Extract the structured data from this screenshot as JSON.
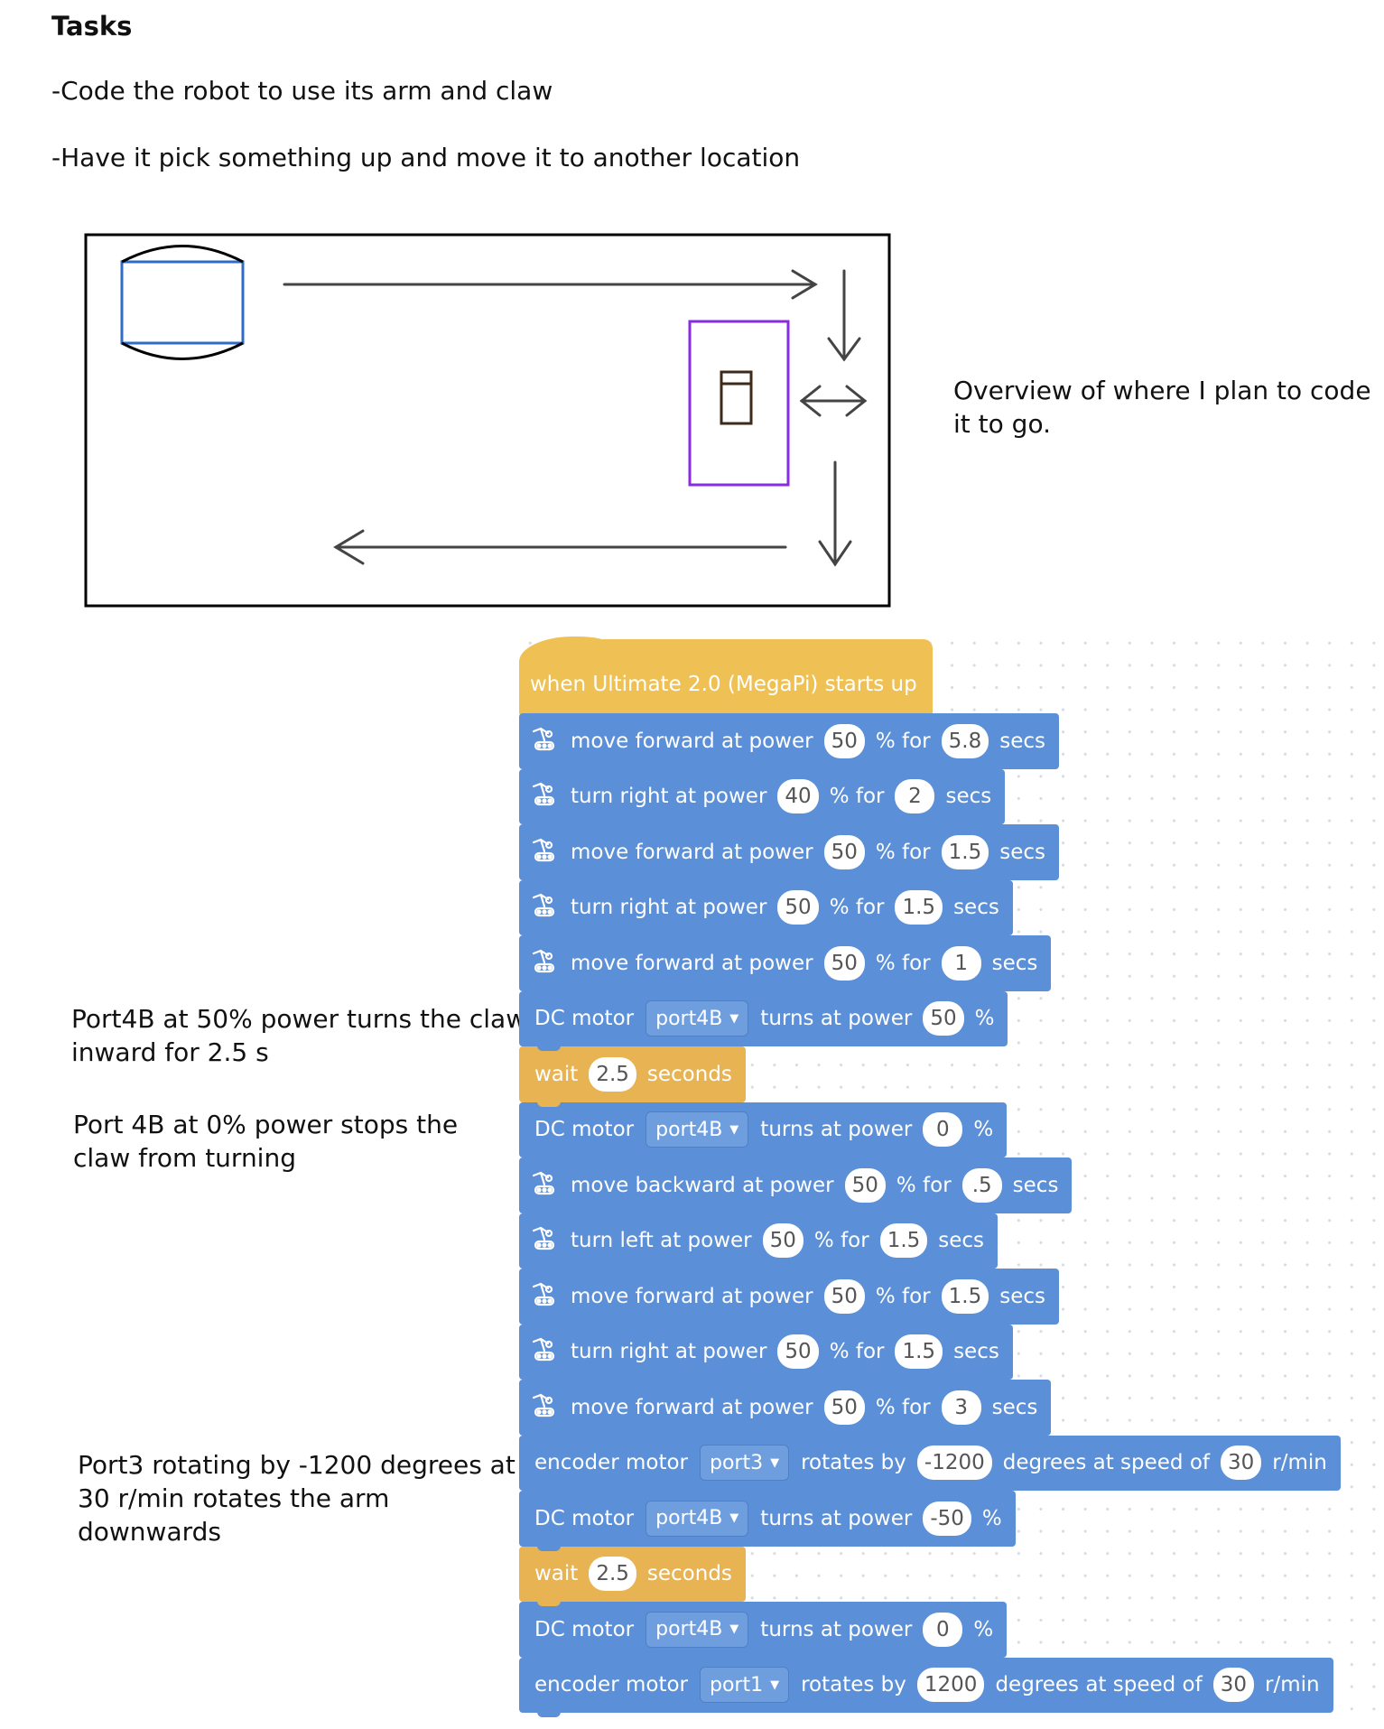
{
  "tasks": {
    "title": "Tasks",
    "items": [
      "-Code the robot to use its arm and claw",
      "-Have it pick something up and move it to another location"
    ]
  },
  "overview_note": "Overview of where I plan to code\nit to go.",
  "annotations": {
    "claw_inward": "Port4B at 50% power turns the claw\ninward for 2.5 s",
    "claw_stop": "Port 4B at 0% power stops the\nclaw from turning",
    "arm_down": "Port3 rotating by -1200 degrees at\n30 r/min rotates the arm\ndownwards"
  },
  "colors": {
    "motion_block": "#5b8fd7",
    "control_block": "#e8b353",
    "event_block": "#efc154",
    "diagram_robot": "#2f6cc9",
    "diagram_zone": "#8a2be2",
    "diagram_object": "#3d2a1a"
  },
  "icons": {
    "robot_block": "robot-arm-icon",
    "dropdown": "caret-down-icon"
  },
  "program": {
    "hat": "when Ultimate 2.0  (MegaPi)  starts up",
    "blocks": [
      {
        "id": "move-forward-1",
        "color": "blue",
        "icon": true,
        "parts": [
          {
            "t": "text",
            "v": "move forward at power"
          },
          {
            "t": "num",
            "v": "50"
          },
          {
            "t": "text",
            "v": "% for"
          },
          {
            "t": "num",
            "v": "5.8"
          },
          {
            "t": "text",
            "v": "secs"
          }
        ]
      },
      {
        "id": "turn-right-1",
        "color": "blue",
        "icon": true,
        "parts": [
          {
            "t": "text",
            "v": "turn right at power"
          },
          {
            "t": "num",
            "v": "40"
          },
          {
            "t": "text",
            "v": "% for"
          },
          {
            "t": "num",
            "v": "2"
          },
          {
            "t": "text",
            "v": "secs"
          }
        ]
      },
      {
        "id": "move-forward-2",
        "color": "blue",
        "icon": true,
        "parts": [
          {
            "t": "text",
            "v": "move forward at power"
          },
          {
            "t": "num",
            "v": "50"
          },
          {
            "t": "text",
            "v": "% for"
          },
          {
            "t": "num",
            "v": "1.5"
          },
          {
            "t": "text",
            "v": "secs"
          }
        ]
      },
      {
        "id": "turn-right-2",
        "color": "blue",
        "icon": true,
        "parts": [
          {
            "t": "text",
            "v": "turn right at power"
          },
          {
            "t": "num",
            "v": "50"
          },
          {
            "t": "text",
            "v": "% for"
          },
          {
            "t": "num",
            "v": "1.5"
          },
          {
            "t": "text",
            "v": "secs"
          }
        ]
      },
      {
        "id": "move-forward-3",
        "color": "blue",
        "icon": true,
        "parts": [
          {
            "t": "text",
            "v": "move forward at power"
          },
          {
            "t": "num",
            "v": "50"
          },
          {
            "t": "text",
            "v": "% for"
          },
          {
            "t": "num",
            "v": "1"
          },
          {
            "t": "text",
            "v": "secs"
          }
        ]
      },
      {
        "id": "dc-motor-1",
        "color": "blue",
        "icon": false,
        "parts": [
          {
            "t": "text",
            "v": "DC motor"
          },
          {
            "t": "drop",
            "v": "port4B"
          },
          {
            "t": "text",
            "v": "turns at power"
          },
          {
            "t": "num",
            "v": "50"
          },
          {
            "t": "text",
            "v": "%"
          }
        ]
      },
      {
        "id": "wait-1",
        "color": "yellow",
        "icon": false,
        "parts": [
          {
            "t": "text",
            "v": "wait"
          },
          {
            "t": "num",
            "v": "2.5"
          },
          {
            "t": "text",
            "v": "seconds"
          }
        ]
      },
      {
        "id": "dc-motor-2",
        "color": "blue",
        "icon": false,
        "parts": [
          {
            "t": "text",
            "v": "DC motor"
          },
          {
            "t": "drop",
            "v": "port4B"
          },
          {
            "t": "text",
            "v": "turns at power"
          },
          {
            "t": "num",
            "v": "0"
          },
          {
            "t": "text",
            "v": "%"
          }
        ]
      },
      {
        "id": "move-backward-1",
        "color": "blue",
        "icon": true,
        "parts": [
          {
            "t": "text",
            "v": "move backward at power"
          },
          {
            "t": "num",
            "v": "50"
          },
          {
            "t": "text",
            "v": "% for"
          },
          {
            "t": "num",
            "v": ".5"
          },
          {
            "t": "text",
            "v": "secs"
          }
        ]
      },
      {
        "id": "turn-left-1",
        "color": "blue",
        "icon": true,
        "parts": [
          {
            "t": "text",
            "v": "turn left at power"
          },
          {
            "t": "num",
            "v": "50"
          },
          {
            "t": "text",
            "v": "% for"
          },
          {
            "t": "num",
            "v": "1.5"
          },
          {
            "t": "text",
            "v": "secs"
          }
        ]
      },
      {
        "id": "move-forward-4",
        "color": "blue",
        "icon": true,
        "parts": [
          {
            "t": "text",
            "v": "move forward at power"
          },
          {
            "t": "num",
            "v": "50"
          },
          {
            "t": "text",
            "v": "% for"
          },
          {
            "t": "num",
            "v": "1.5"
          },
          {
            "t": "text",
            "v": "secs"
          }
        ]
      },
      {
        "id": "turn-right-3",
        "color": "blue",
        "icon": true,
        "parts": [
          {
            "t": "text",
            "v": "turn right at power"
          },
          {
            "t": "num",
            "v": "50"
          },
          {
            "t": "text",
            "v": "% for"
          },
          {
            "t": "num",
            "v": "1.5"
          },
          {
            "t": "text",
            "v": "secs"
          }
        ]
      },
      {
        "id": "move-forward-5",
        "color": "blue",
        "icon": true,
        "parts": [
          {
            "t": "text",
            "v": "move forward at power"
          },
          {
            "t": "num",
            "v": "50"
          },
          {
            "t": "text",
            "v": "% for"
          },
          {
            "t": "num",
            "v": "3"
          },
          {
            "t": "text",
            "v": "secs"
          }
        ]
      },
      {
        "id": "encoder-motor-1",
        "color": "blue",
        "icon": false,
        "parts": [
          {
            "t": "text",
            "v": "encoder motor"
          },
          {
            "t": "drop",
            "v": "port3"
          },
          {
            "t": "text",
            "v": "rotates by"
          },
          {
            "t": "num",
            "v": "-1200"
          },
          {
            "t": "text",
            "v": "degrees at speed of"
          },
          {
            "t": "num",
            "v": "30"
          },
          {
            "t": "text",
            "v": "r/min"
          }
        ]
      },
      {
        "id": "dc-motor-3",
        "color": "blue",
        "icon": false,
        "parts": [
          {
            "t": "text",
            "v": "DC motor"
          },
          {
            "t": "drop",
            "v": "port4B"
          },
          {
            "t": "text",
            "v": "turns at power"
          },
          {
            "t": "num",
            "v": "-50"
          },
          {
            "t": "text",
            "v": "%"
          }
        ]
      },
      {
        "id": "wait-2",
        "color": "yellow",
        "icon": false,
        "parts": [
          {
            "t": "text",
            "v": "wait"
          },
          {
            "t": "num",
            "v": "2.5"
          },
          {
            "t": "text",
            "v": "seconds"
          }
        ]
      },
      {
        "id": "dc-motor-4",
        "color": "blue",
        "icon": false,
        "parts": [
          {
            "t": "text",
            "v": "DC motor"
          },
          {
            "t": "drop",
            "v": "port4B"
          },
          {
            "t": "text",
            "v": "turns at power"
          },
          {
            "t": "num",
            "v": "0"
          },
          {
            "t": "text",
            "v": "%"
          }
        ]
      },
      {
        "id": "encoder-motor-2",
        "color": "blue",
        "icon": false,
        "parts": [
          {
            "t": "text",
            "v": "encoder motor"
          },
          {
            "t": "drop",
            "v": "port1"
          },
          {
            "t": "text",
            "v": "rotates by"
          },
          {
            "t": "num",
            "v": "1200"
          },
          {
            "t": "text",
            "v": "degrees at speed of"
          },
          {
            "t": "num",
            "v": "30"
          },
          {
            "t": "text",
            "v": "r/min"
          }
        ]
      }
    ]
  }
}
